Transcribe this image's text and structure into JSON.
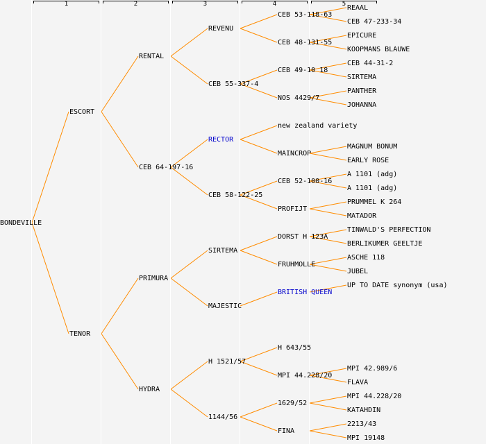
{
  "colors": {
    "edge": "#ff8c00",
    "link_text": "#0000cc",
    "text": "#000000",
    "background": "#f4f4f4",
    "separator": "#ffffff"
  },
  "generations": [
    "1",
    "2",
    "3",
    "4",
    "5"
  ],
  "tree": {
    "name": "BONDEVILLE",
    "children": [
      {
        "name": "ESCORT",
        "children": [
          {
            "name": "RENTAL",
            "children": [
              {
                "name": "REVENU",
                "children": [
                  {
                    "name": "CEB 53-118-63",
                    "children": [
                      {
                        "name": "REAAL"
                      },
                      {
                        "name": "CEB 47-233-34"
                      }
                    ]
                  },
                  {
                    "name": "CEB 48-131-55",
                    "children": [
                      {
                        "name": "EPICURE"
                      },
                      {
                        "name": "KOOPMANS BLAUWE"
                      }
                    ]
                  }
                ]
              },
              {
                "name": "CEB 55-337-4",
                "children": [
                  {
                    "name": "CEB 49-10 18",
                    "children": [
                      {
                        "name": "CEB 44-31-2"
                      },
                      {
                        "name": "SIRTEMA"
                      }
                    ]
                  },
                  {
                    "name": "NOS 4429/7",
                    "children": [
                      {
                        "name": "PANTHER"
                      },
                      {
                        "name": "JOHANNA"
                      }
                    ]
                  }
                ]
              }
            ]
          },
          {
            "name": "CEB 64-197-16",
            "children": [
              {
                "name": "RECTOR",
                "link": true,
                "children": [
                  {
                    "name": "new zealand variety",
                    "children": []
                  },
                  {
                    "name": "MAINCROP",
                    "children": [
                      {
                        "name": "MAGNUM BONUM"
                      },
                      {
                        "name": "EARLY ROSE"
                      }
                    ]
                  }
                ]
              },
              {
                "name": "CEB 58-122-25",
                "children": [
                  {
                    "name": "CEB 52-100-16",
                    "children": [
                      {
                        "name": "A 1101 (adg)"
                      },
                      {
                        "name": "A 1101 (adg)"
                      }
                    ]
                  },
                  {
                    "name": "PROFIJT",
                    "children": [
                      {
                        "name": "PRUMMEL K 264"
                      },
                      {
                        "name": "MATADOR"
                      }
                    ]
                  }
                ]
              }
            ]
          }
        ]
      },
      {
        "name": "TENOR",
        "children": [
          {
            "name": "PRIMURA",
            "children": [
              {
                "name": "SIRTEMA",
                "children": [
                  {
                    "name": "DORST H 123A",
                    "children": [
                      {
                        "name": "TINWALD'S PERFECTION"
                      },
                      {
                        "name": "BERLIKUMER GEELTJE"
                      }
                    ]
                  },
                  {
                    "name": "FRUHMOLLE",
                    "children": [
                      {
                        "name": "ASCHE 118"
                      },
                      {
                        "name": "JUBEL"
                      }
                    ]
                  }
                ]
              },
              {
                "name": "MAJESTIC",
                "children": [
                  {
                    "name": "BRITISH QUEEN",
                    "link": true,
                    "children": [
                      {
                        "name": "UP TO DATE synonym (usa)"
                      }
                    ]
                  }
                ]
              }
            ]
          },
          {
            "name": "HYDRA",
            "children": [
              {
                "name": "H 1521/57",
                "children": [
                  {
                    "name": "H 643/55",
                    "children": []
                  },
                  {
                    "name": "MPI 44.228/20",
                    "children": [
                      {
                        "name": "MPI 42.989/6"
                      },
                      {
                        "name": "FLAVA"
                      }
                    ]
                  }
                ]
              },
              {
                "name": "1144/56",
                "children": [
                  {
                    "name": "1629/52",
                    "children": [
                      {
                        "name": "MPI 44.228/20"
                      },
                      {
                        "name": "KATAHDIN"
                      }
                    ]
                  },
                  {
                    "name": "FINA",
                    "children": [
                      {
                        "name": "2213/43"
                      },
                      {
                        "name": "MPI 19148"
                      }
                    ]
                  }
                ]
              }
            ]
          }
        ]
      }
    ]
  }
}
